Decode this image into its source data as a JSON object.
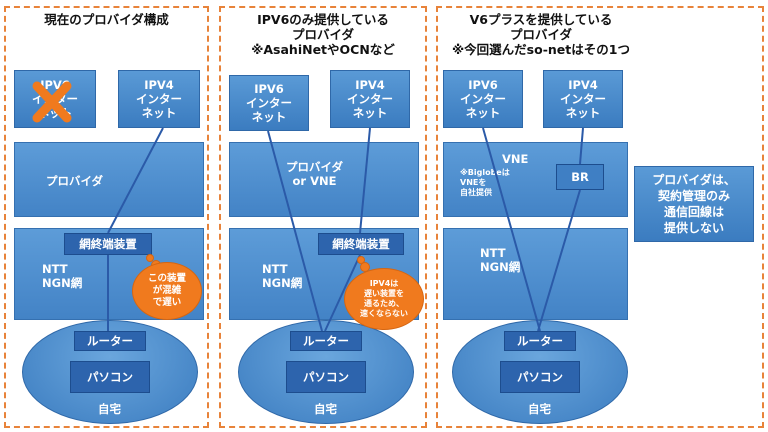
{
  "panel1": {
    "title": "現在のプロバイダ構成",
    "ipv6": "IPV6\nインター\nネット",
    "ipv4": "IPV4\nインター\nネット",
    "provider": "プロバイダ",
    "ntt": "NTT\nNGN網",
    "terminal": "網終端装置",
    "cloud": "この装置\nが混雑\nで遅い",
    "router": "ルーター",
    "pc": "パソコン",
    "home": "自宅"
  },
  "panel2": {
    "title": "IPV6のみ提供している\nプロバイダ\n※AsahiNetやOCNなど",
    "ipv6": "IPV6\nインター\nネット",
    "ipv4": "IPV4\nインター\nネット",
    "provider": "プロバイダ\nor VNE",
    "ntt": "NTT\nNGN網",
    "terminal": "網終端装置",
    "cloud": "IPV4は\n遅い装置を\n通るため、\n速くならない",
    "router": "ルーター",
    "pc": "パソコン",
    "home": "自宅"
  },
  "panel3": {
    "title": "V6プラスを提供している\nプロバイダ\n※今回選んだso-netはその1つ",
    "ipv6": "IPV6\nインター\nネット",
    "ipv4": "IPV4\nインター\nネット",
    "vne": "VNE",
    "vne_note": "※Biglobeは\nVNEを\n自社提供",
    "br": "BR",
    "ntt": "NTT\nNGN網",
    "router": "ルーター",
    "pc": "パソコン",
    "home": "自宅"
  },
  "note": "プロバイダは、\n契約管理のみ\n通信回線は\n提供しない",
  "colors": {
    "accent_orange": "#e8833a",
    "box_blue": "#4a8bcb",
    "dark_blue": "#2d64ad"
  }
}
